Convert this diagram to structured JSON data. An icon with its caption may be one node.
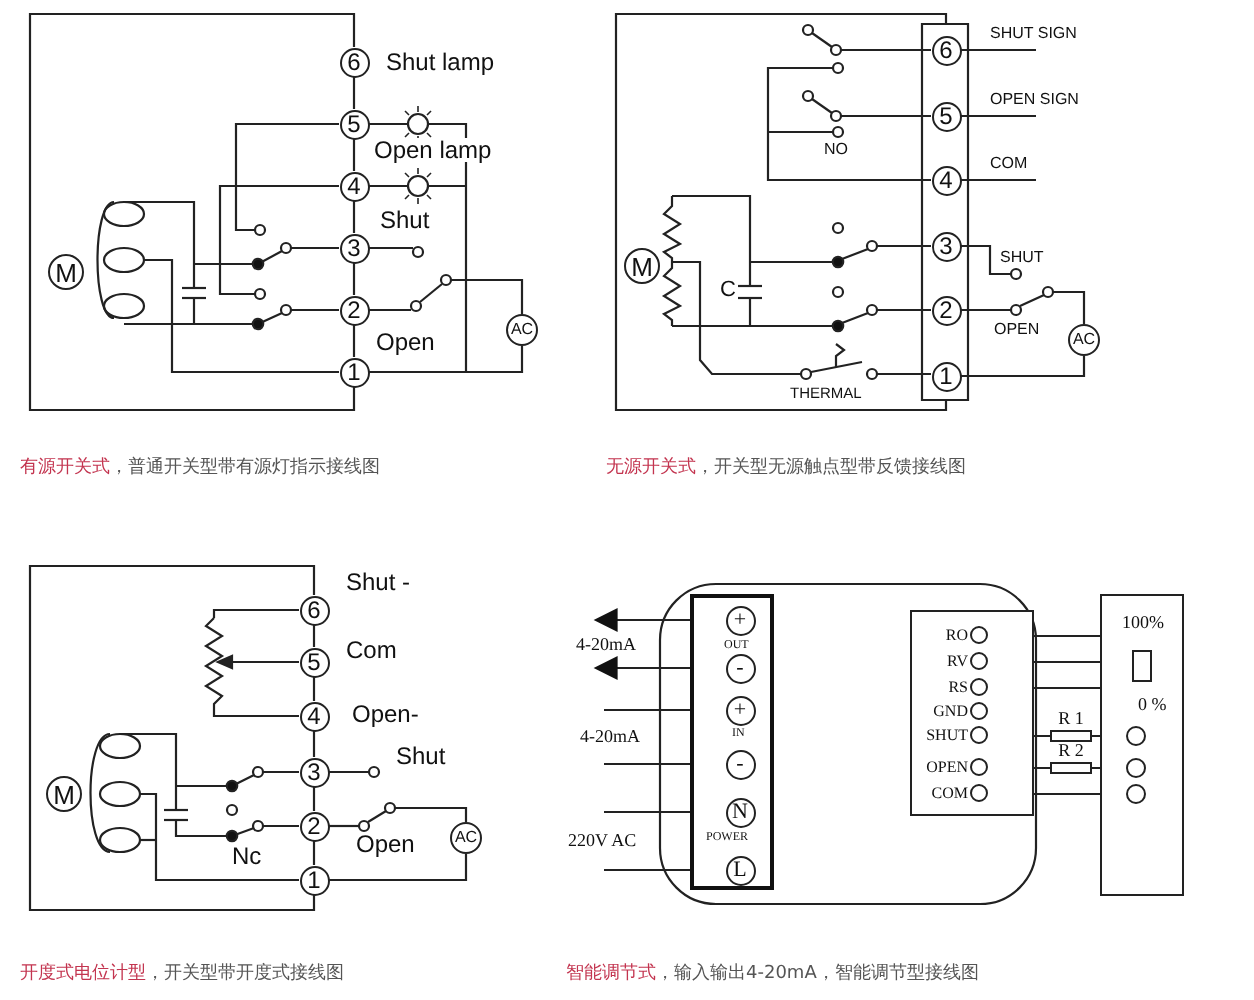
{
  "diagram": {
    "nodes": [
      {
        "text": [
          "6"
        ]
      },
      {
        "text": [
          "5"
        ]
      },
      {
        "text": [
          "4"
        ]
      },
      {
        "text": [
          "3"
        ]
      },
      {
        "text": [
          "2"
        ]
      },
      {
        "text": [
          "1"
        ]
      },
      {
        "text": [
          "M"
        ]
      },
      {
        "text": [
          "AC"
        ]
      },
      {
        "text": [
          "6"
        ]
      },
      {
        "text": [
          "5"
        ]
      },
      {
        "text": [
          "4"
        ]
      },
      {
        "text": [
          "3"
        ]
      },
      {
        "text": [
          "2"
        ]
      },
      {
        "text": [
          "1"
        ]
      },
      {
        "text": [
          "M"
        ]
      },
      {
        "text": [
          "AC"
        ]
      },
      {
        "text": [
          "6"
        ]
      },
      {
        "text": [
          "5"
        ]
      },
      {
        "text": [
          "4"
        ]
      },
      {
        "text": [
          "3"
        ]
      },
      {
        "text": [
          "2"
        ]
      },
      {
        "text": [
          "1"
        ]
      },
      {
        "text": [
          "M"
        ]
      },
      {
        "text": [
          "AC"
        ]
      },
      {
        "text": [
          "OUT",
          "IN",
          "POWER"
        ]
      },
      {
        "text": [
          "+"
        ],
        "in": 24
      },
      {
        "text": [
          "-"
        ],
        "in": 24
      },
      {
        "text": [
          "+"
        ],
        "in": 24
      },
      {
        "text": [
          "-"
        ],
        "in": 24
      },
      {
        "text": [
          "N"
        ],
        "in": 24
      },
      {
        "text": [
          "L"
        ],
        "in": 24
      },
      {
        "text": [],
        "shape": "box"
      },
      {
        "text": [
          "RO"
        ],
        "in": 31
      },
      {
        "text": [
          "RV"
        ],
        "in": 31
      },
      {
        "text": [
          "RS"
        ],
        "in": 31
      },
      {
        "text": [
          "GND"
        ],
        "in": 31
      },
      {
        "text": [
          "SHUT"
        ],
        "in": 31
      },
      {
        "text": [
          "OPEN"
        ],
        "in": 31
      },
      {
        "text": [
          "COM"
        ],
        "in": 31
      },
      {
        "text": [],
        "shape": "box"
      },
      {
        "text": [],
        "shape": "box",
        "beside": [
          "100%",
          "0 %"
        ],
        "in": 39
      },
      {
        "text": [
          "R 1"
        ]
      },
      {
        "text": [
          "R 2"
        ]
      },
      {
        "text": [],
        "shape": "circle",
        "in": 39
      },
      {
        "text": [],
        "shape": "circle",
        "in": 39
      },
      {
        "text": [],
        "shape": "circle",
        "in": 39
      },
      {
        "text": [
          "4-20mA"
        ]
      },
      {
        "text": [
          "4-20mA"
        ]
      },
      {
        "text": [
          "220V AC"
        ]
      }
    ],
    "edges": [
      {
        "from": 0,
        "to": 1,
        "arrow": "none"
      },
      {
        "from": 1,
        "to": 2,
        "arrow": "none"
      },
      {
        "from": 2,
        "to": 3,
        "arrow": "none"
      },
      {
        "from": 3,
        "to": 4,
        "arrow": "none"
      },
      {
        "from": 4,
        "to": 5,
        "arrow": "none"
      },
      {
        "from": 5,
        "to": 7,
        "arrow": "none"
      },
      {
        "from": 13,
        "to": 15,
        "arrow": "none"
      },
      {
        "from": 16,
        "to": 17,
        "arrow": "none"
      },
      {
        "from": 17,
        "to": 18,
        "arrow": "none"
      },
      {
        "from": 18,
        "to": 19,
        "arrow": "none"
      },
      {
        "from": 19,
        "to": 20,
        "arrow": "none"
      },
      {
        "from": 20,
        "to": 21,
        "arrow": "none"
      },
      {
        "from": 21,
        "to": 23,
        "arrow": "none"
      },
      {
        "from": 25,
        "to": 46,
        "arrow": "to"
      },
      {
        "from": 26,
        "to": 46,
        "arrow": "to"
      },
      {
        "from": 47,
        "to": 27,
        "arrow": "to"
      },
      {
        "from": 47,
        "to": 28,
        "arrow": "to"
      },
      {
        "from": 48,
        "to": 29,
        "arrow": "to"
      },
      {
        "from": 48,
        "to": 30,
        "arrow": "to"
      },
      {
        "from": 40,
        "to": 32,
        "arrow": "to"
      },
      {
        "from": 40,
        "to": 33,
        "arrow": "both"
      },
      {
        "from": 40,
        "to": 34,
        "arrow": "to"
      },
      {
        "from": 43,
        "to": 41,
        "arrow": "none"
      },
      {
        "from": 41,
        "to": 36,
        "arrow": "to"
      },
      {
        "from": 44,
        "to": 42,
        "arrow": "none"
      },
      {
        "from": 42,
        "to": 37,
        "arrow": "to"
      },
      {
        "from": 45,
        "to": 38,
        "arrow": "to"
      }
    ],
    "labels": [
      "Shut lamp",
      "Open lamp",
      "Shut",
      "Open",
      "有源开关式",
      "，普通开关型带有源灯指示接线图",
      "SHUT SIGN",
      "OPEN SIGN",
      "NO",
      "COM",
      "C",
      "SHUT",
      "OPEN",
      "THERMAL",
      "无源开关式",
      "，开关型无源触点型带反馈接线图",
      "Shut -",
      "Com",
      "Open-",
      "Shut",
      "Nc",
      "Open",
      "开度式电位计型",
      "，开关型带开度式接线图",
      "智能调节式",
      "，输入输出4-20mA，智能调节型接线图"
    ]
  }
}
